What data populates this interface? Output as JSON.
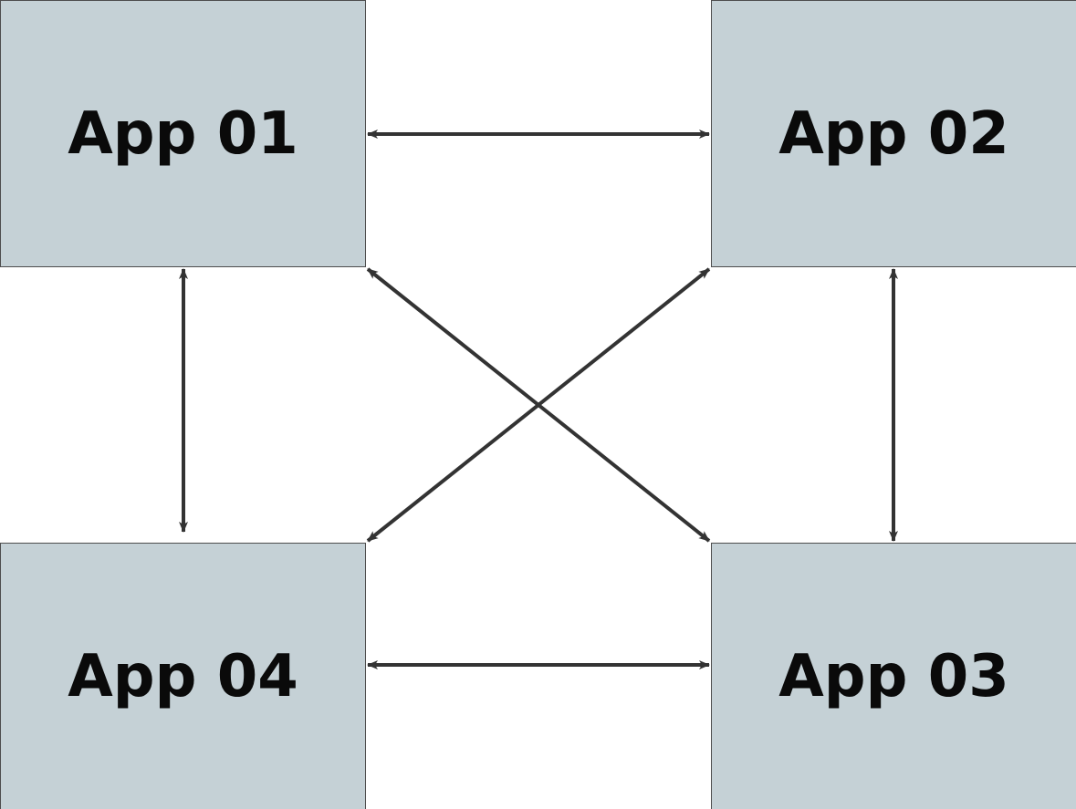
{
  "diagram": {
    "nodes": [
      {
        "id": "app01",
        "label": "App 01"
      },
      {
        "id": "app02",
        "label": "App 02"
      },
      {
        "id": "app03",
        "label": "App 03"
      },
      {
        "id": "app04",
        "label": "App 04"
      }
    ],
    "edges": [
      {
        "from": "app01",
        "to": "app02",
        "direction": "bidirectional"
      },
      {
        "from": "app04",
        "to": "app03",
        "direction": "bidirectional"
      },
      {
        "from": "app01",
        "to": "app04",
        "direction": "bidirectional"
      },
      {
        "from": "app02",
        "to": "app03",
        "direction": "bidirectional"
      },
      {
        "from": "app01",
        "to": "app03",
        "direction": "bidirectional"
      },
      {
        "from": "app02",
        "to": "app04",
        "direction": "bidirectional"
      }
    ],
    "colors": {
      "node_fill": "#c5d1d6",
      "node_border": "#4d4d4d",
      "edge": "#333333",
      "text": "#0a0a0a",
      "background": "#ffffff"
    }
  }
}
